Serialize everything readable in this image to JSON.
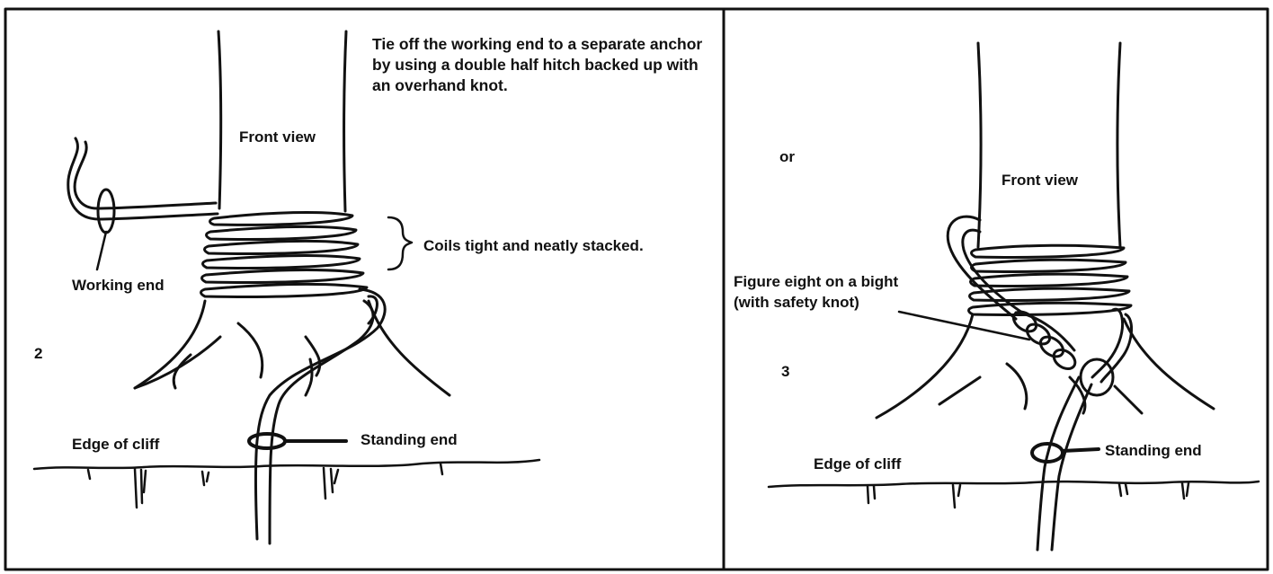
{
  "panel_left": {
    "instruction": "Tie off the working end to a separate anchor by using a double half hitch backed up with an overhand knot.",
    "front_view": "Front view",
    "coils": "Coils tight and neatly stacked.",
    "working_end": "Working end",
    "step_number": "2",
    "edge_of_cliff": "Edge of cliff",
    "standing_end": "Standing end"
  },
  "panel_right": {
    "or_label": "or",
    "front_view": "Front view",
    "figure_eight_line1": "Figure eight on a bight",
    "figure_eight_line2": "(with safety knot)",
    "step_number": "3",
    "edge_of_cliff": "Edge of cliff",
    "standing_end": "Standing end"
  },
  "colors": {
    "ink": "#111111",
    "paper": "#ffffff"
  }
}
